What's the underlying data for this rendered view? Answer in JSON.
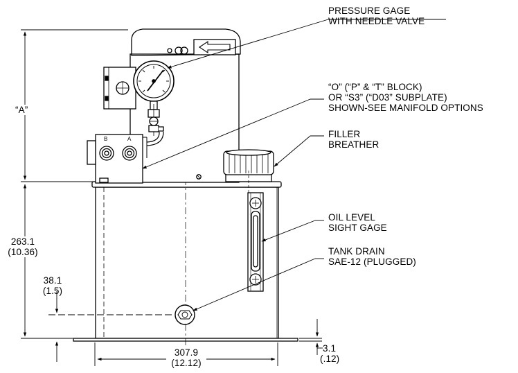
{
  "callouts": {
    "pressure_gage": [
      "PRESSURE GAGE",
      "WITH NEEDLE VALVE"
    ],
    "manifold": [
      "“O” (“P” & “T” BLOCK)",
      "OR “S3” (“D03” SUBPLATE)",
      "SHOWN-SEE MANIFOLD OPTIONS"
    ],
    "filler_breather": [
      "FILLER",
      "BREATHER"
    ],
    "sight_gage": [
      "OIL LEVEL",
      "SIGHT GAGE"
    ],
    "tank_drain": [
      "TANK DRAIN",
      "SAE-12 (PLUGGED)"
    ]
  },
  "dimensions": {
    "overall_height": "“A”",
    "tank_height_mm": "263.1",
    "tank_height_in": "(10.36)",
    "drain_height_mm": "38.1",
    "drain_height_in": "(1.5)",
    "tank_width_mm": "307.9",
    "tank_width_in": "(12.12)",
    "base_thickness_mm": "3.1",
    "base_thickness_in": "(.12)"
  },
  "ports": {
    "b": "B",
    "a": "A"
  }
}
